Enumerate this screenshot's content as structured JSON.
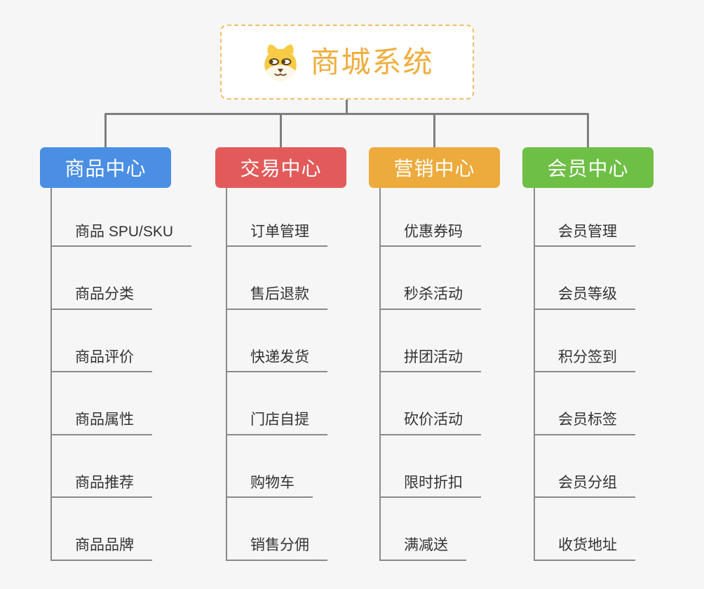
{
  "root": {
    "title": "商城系统",
    "icon": "shiba-dog-icon",
    "title_color": "#efae3f",
    "border_color": "#f3bd67"
  },
  "connector_color": "#7e7e7e",
  "sub_line_color": "#8a8a8a",
  "branches": [
    {
      "label": "商品中心",
      "color": "#4a8fe4",
      "items": [
        "商品 SPU/SKU",
        "商品分类",
        "商品评价",
        "商品属性",
        "商品推荐",
        "商品品牌"
      ]
    },
    {
      "label": "交易中心",
      "color": "#e25a5a",
      "items": [
        "订单管理",
        "售后退款",
        "快递发货",
        "门店自提",
        "购物车",
        "销售分佣"
      ]
    },
    {
      "label": "营销中心",
      "color": "#ecab3c",
      "items": [
        "优惠券码",
        "秒杀活动",
        "拼团活动",
        "砍价活动",
        "限时折扣",
        "满减送"
      ]
    },
    {
      "label": "会员中心",
      "color": "#6ebf45",
      "items": [
        "会员管理",
        "会员等级",
        "积分签到",
        "会员标签",
        "会员分组",
        "收货地址"
      ]
    }
  ]
}
